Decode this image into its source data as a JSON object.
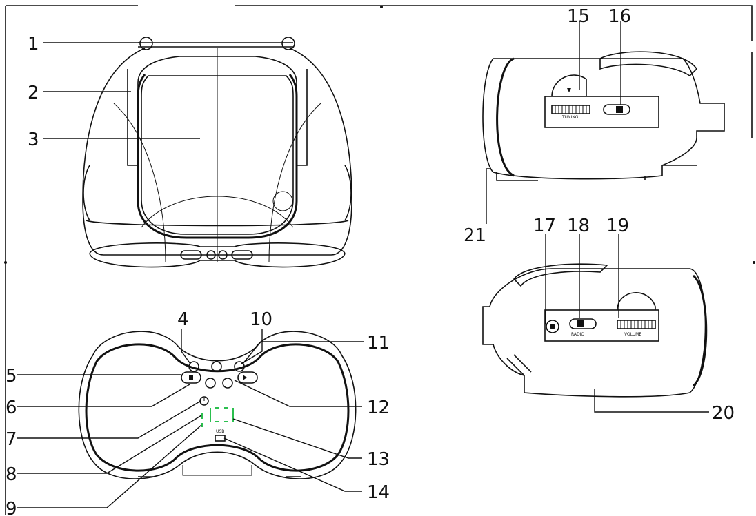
{
  "colors": {
    "line": "#111111",
    "display": "#2bbf4e",
    "background": "#ffffff"
  },
  "callouts": {
    "c1": "1",
    "c2": "2",
    "c3": "3",
    "c4": "4",
    "c5": "5",
    "c6": "6",
    "c7": "7",
    "c8": "8",
    "c9": "9",
    "c10": "10",
    "c11": "11",
    "c12": "12",
    "c13": "13",
    "c14": "14",
    "c15": "15",
    "c16": "16",
    "c17": "17",
    "c18": "18",
    "c19": "19",
    "c20": "20",
    "c21": "21"
  },
  "small_labels": {
    "tuning": "TUNING",
    "volume": "VOLUME",
    "usb": "USB",
    "radio": "RADIO"
  }
}
